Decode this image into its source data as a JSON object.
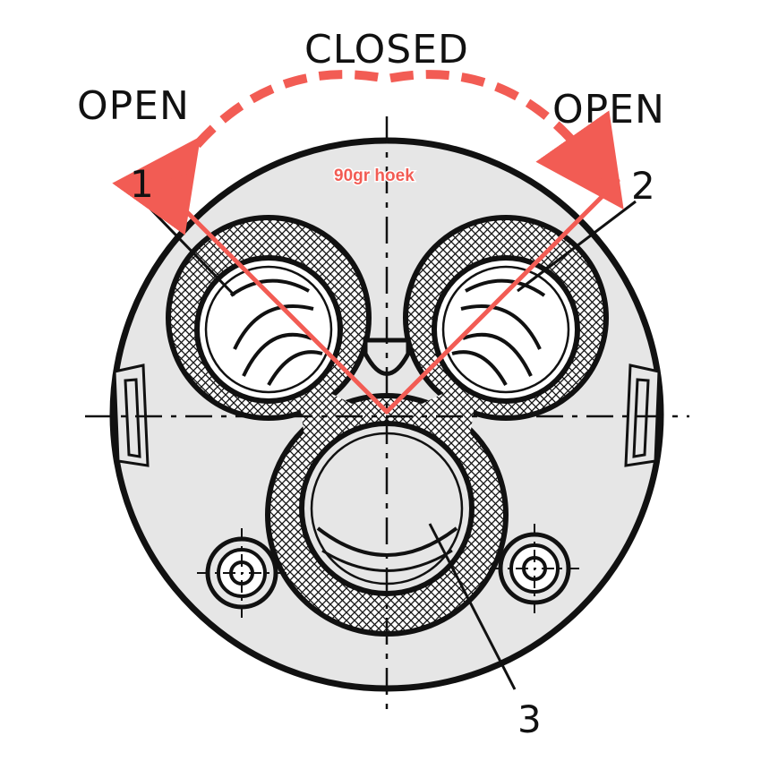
{
  "labels": {
    "closed": "CLOSED",
    "open_left": "OPEN",
    "open_right": "OPEN",
    "angle": "90gr hoek",
    "callout_1": "1",
    "callout_2": "2",
    "callout_3": "3"
  },
  "colors": {
    "accent": "#f25c54",
    "line": "#111111",
    "disc_fill": "#e6e6e6",
    "background": "#ffffff"
  }
}
